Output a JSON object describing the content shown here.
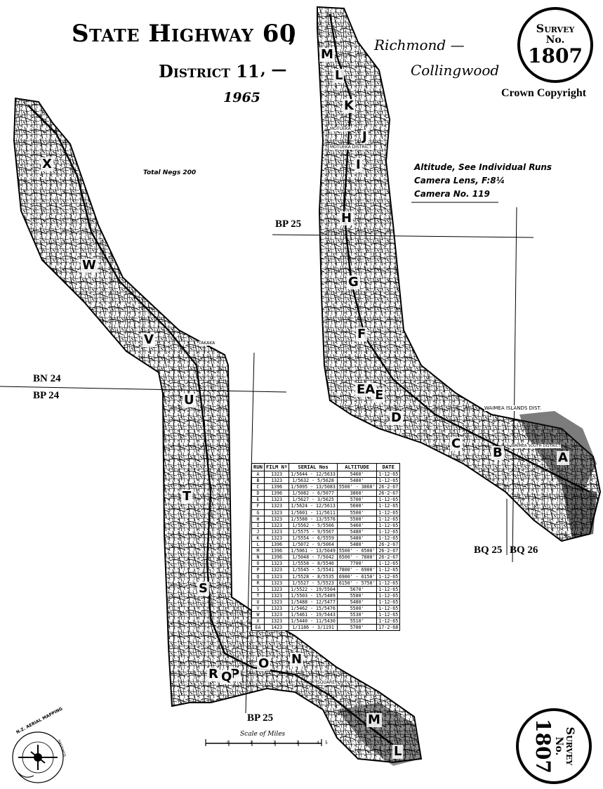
{
  "title": {
    "main": "State Highway 60",
    "main_comma": ",",
    "district": "District 11",
    "district_sep": ", —",
    "year": "1965"
  },
  "route": {
    "line1": "Richmond —",
    "line2": "Collingwood"
  },
  "survey_stamp": {
    "label": "Survey",
    "no": "No.",
    "number": "1807"
  },
  "copyright": "Crown Copyright",
  "total_negs": "Total Negs 200",
  "camera_notes": [
    "Altitude, See Individual Runs",
    "Camera Lens, F:8¼",
    "Camera No. 119"
  ],
  "sheet_labels": {
    "bp25_top": "BP 25",
    "bn24": "BN 24",
    "bp24": "BP 24",
    "bq25": "BQ 25",
    "bq26": "BQ 26",
    "bp25_bottom": "BP 25"
  },
  "run_letters": [
    "A",
    "B",
    "C",
    "D",
    "E",
    "EA",
    "F",
    "G",
    "H",
    "I",
    "J",
    "K",
    "L",
    "M",
    "N",
    "O",
    "P",
    "Q",
    "R",
    "S",
    "T",
    "U",
    "V",
    "W",
    "X"
  ],
  "run_table": {
    "headers": [
      "RUN",
      "FILM Nº",
      "SERIAL Nos",
      "ALTITUDE",
      "DATE"
    ],
    "rows": [
      [
        "A",
        "1323",
        "1/5644 - 12/5633",
        "5460'",
        "1-12-65"
      ],
      [
        "B",
        "1323",
        "1/5632 - 5/5628",
        "5480'",
        "1-12-65"
      ],
      [
        "C",
        "1396",
        "1/5095 - 13/5083",
        "5500' - 3860'",
        "26-2-67"
      ],
      [
        "D",
        "1396",
        "1/5082 - 6/5077",
        "3860'",
        "26-2-67"
      ],
      [
        "E",
        "1323",
        "1/5627 - 3/5625",
        "5700'",
        "1-12-65"
      ],
      [
        "F",
        "1323",
        "1/5624 - 12/5613",
        "5600'",
        "1-12-65"
      ],
      [
        "G",
        "1323",
        "1/5601 - 11/5611",
        "5500'",
        "1-12-65"
      ],
      [
        "H",
        "1323",
        "1/5588 - 13/5576",
        "5500'",
        "1-12-65"
      ],
      [
        "I",
        "1323",
        "1/5562 - 5/5566",
        "5460'",
        "1-12-65"
      ],
      [
        "J",
        "1323",
        "1/5575 - 9/5567",
        "5480'",
        "1-12-65"
      ],
      [
        "K",
        "1323",
        "1/5554 - 6/5559",
        "5480'",
        "1-12-65"
      ],
      [
        "L",
        "1396",
        "1/5072 - 9/5064",
        "5480'",
        "26-2-67"
      ],
      [
        "M",
        "1396",
        "1/5061 - 13/5049",
        "5500' - 6500'",
        "26-2-67"
      ],
      [
        "N",
        "1396",
        "1/5048 - 7/5042",
        "6500' - 7800'",
        "26-2-67"
      ],
      [
        "O",
        "1323",
        "1/5558 - 8/5546",
        "7700'",
        "1-12-65"
      ],
      [
        "P",
        "1323",
        "1/5545 - 5/5541",
        "7800' - 6900'",
        "1-12-65"
      ],
      [
        "Q",
        "1323",
        "1/5528 - 8/5535",
        "6900' - 6150'",
        "1-12-65"
      ],
      [
        "R",
        "1323",
        "1/5527 - 5/5523",
        "6150' - 5750'",
        "1-12-65"
      ],
      [
        "S",
        "1323",
        "1/5522 - 19/5504",
        "5670'",
        "1-12-65"
      ],
      [
        "T",
        "1323",
        "1/5503 - 15/5489",
        "5580'",
        "1-12-65"
      ],
      [
        "U",
        "1323",
        "1/5488 - 12/5477",
        "5480'",
        "1-12-65"
      ],
      [
        "V",
        "1323",
        "1/5462 - 15/5476",
        "5500'",
        "1-12-65"
      ],
      [
        "W",
        "1323",
        "1/5461 - 19/5443",
        "5530'",
        "1-12-65"
      ],
      [
        "X",
        "1323",
        "1/5440 - 11/5430",
        "5510'",
        "1-12-65"
      ],
      [
        "EA",
        "1423",
        "1/1186 - 3/1191",
        "5700'",
        "17-2-68"
      ]
    ]
  },
  "map_place_labels": [
    "MOTUEKA",
    "MOTUEKA DISTRICT",
    "WAIMEA ISLANDS DIST.",
    "WAIMEA SOUTH DISTRICT",
    "TAKAKA",
    "SQUARE"
  ],
  "scale_bar": {
    "label": "Scale of Miles",
    "ticks": [
      "0",
      "1",
      "2",
      "3",
      "4",
      "5"
    ]
  },
  "logo": {
    "text": "N.Z. AERIAL MAPPING",
    "subtext": "HASTINGS"
  }
}
